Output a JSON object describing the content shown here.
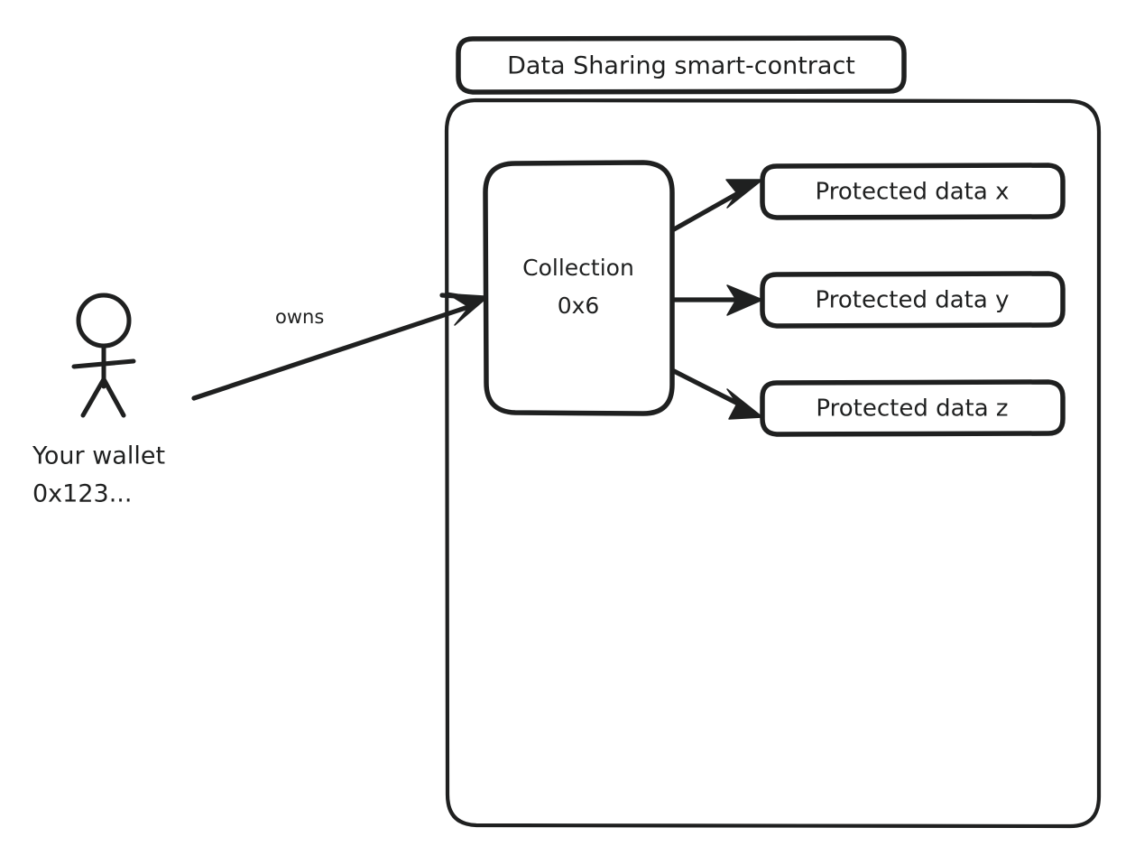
{
  "diagram": {
    "title": "Data Sharing smart-contract",
    "actor": {
      "icon": "stick-figure-person-icon",
      "label_line1": "Your wallet",
      "label_line2": "0x123..."
    },
    "edges": [
      {
        "id": "owns",
        "label": "owns",
        "from": "your-wallet",
        "to": "collection-0x6"
      },
      {
        "id": "collection-to-x",
        "label": "",
        "from": "collection-0x6",
        "to": "protected-data-x"
      },
      {
        "id": "collection-to-y",
        "label": "",
        "from": "collection-0x6",
        "to": "protected-data-y"
      },
      {
        "id": "collection-to-z",
        "label": "",
        "from": "collection-0x6",
        "to": "protected-data-z"
      }
    ],
    "collection": {
      "line1": "Collection",
      "line2": "0x6"
    },
    "protected_items": [
      {
        "id": "protected-data-x",
        "label": "Protected data x"
      },
      {
        "id": "protected-data-y",
        "label": "Protected data y"
      },
      {
        "id": "protected-data-z",
        "label": "Protected data z"
      }
    ],
    "colors": {
      "stroke": "#1f2020",
      "background": "#ffffff",
      "text": "#1f2020"
    }
  }
}
